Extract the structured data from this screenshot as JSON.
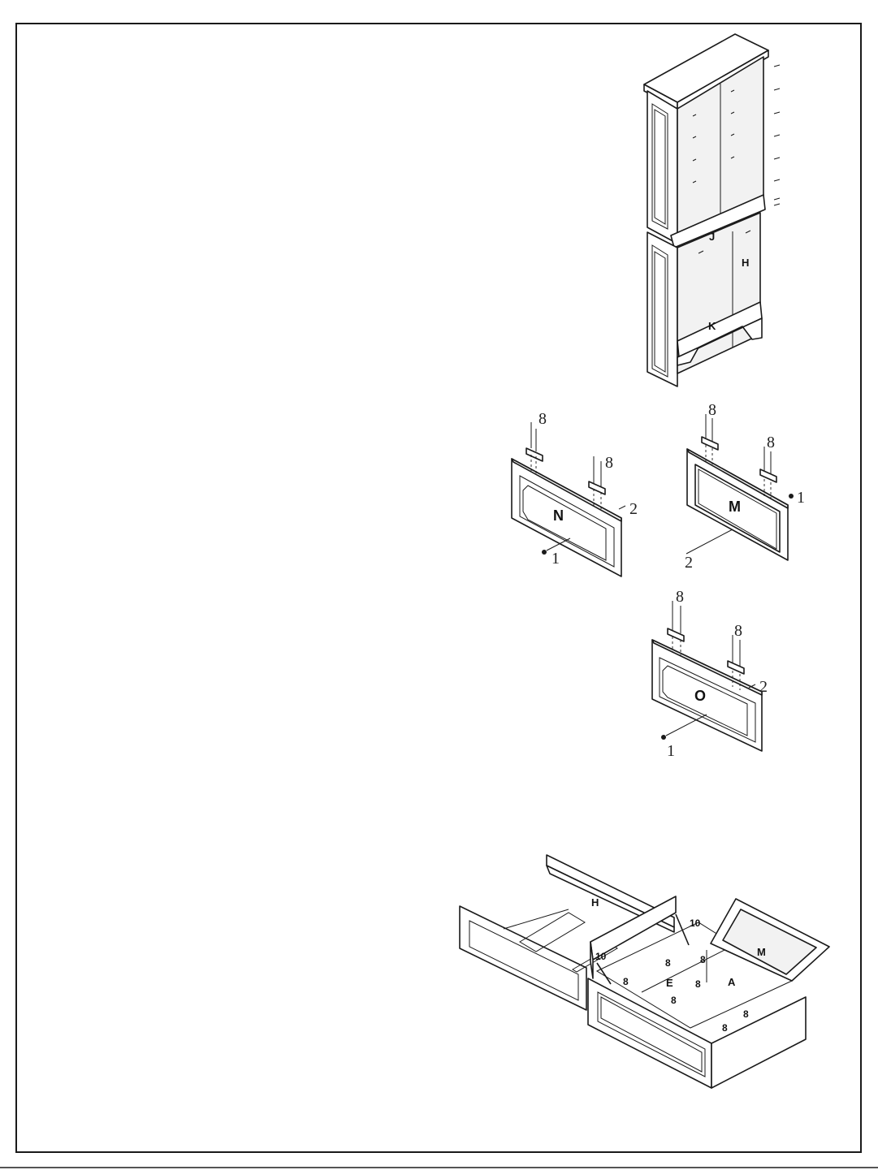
{
  "cabinet": {
    "labels": [
      "J",
      "H",
      "K"
    ]
  },
  "door_n": {
    "letter": "N",
    "callouts": [
      "8",
      "8",
      "2",
      "1"
    ]
  },
  "door_m": {
    "letter": "M",
    "callouts": [
      "8",
      "8",
      "1",
      "2"
    ]
  },
  "door_o": {
    "letter": "O",
    "callouts": [
      "8",
      "8",
      "2",
      "1"
    ]
  },
  "base": {
    "letters": [
      "H",
      "M",
      "E",
      "A"
    ],
    "callouts": [
      "10",
      "10",
      "8",
      "8",
      "8",
      "8",
      "8",
      "8",
      "8"
    ]
  }
}
